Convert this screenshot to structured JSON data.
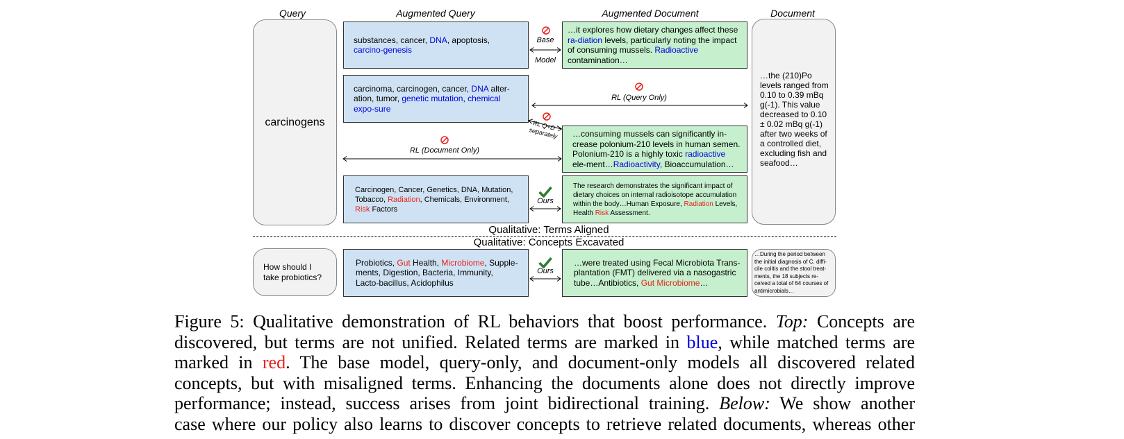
{
  "figure": {
    "headers": {
      "query": "Query",
      "augmented_query": "Augmented Query",
      "augmented_document": "Augmented Document",
      "document": "Document"
    },
    "top": {
      "query": "carcinogens",
      "document": "…the (210)Po levels ranged from 0.10 to 0.39 mBq g(-1). This value decreased to 0.10 ± 0.02 mBq g(-1) after two weeks of a controlled diet, excluding fish and seafood…",
      "row1": {
        "aq": [
          {
            "t": "substances, cancer, ",
            "c": ""
          },
          {
            "t": "DNA",
            "c": "blue"
          },
          {
            "t": ", apoptosis, ",
            "c": ""
          },
          {
            "t": "carcino-genesis",
            "c": "blue"
          }
        ],
        "label_top": "Base",
        "label_bottom": "Model",
        "ad": [
          {
            "t": "…it explores how dietary changes affect these ",
            "c": ""
          },
          {
            "t": "ra-diation",
            "c": "blue"
          },
          {
            "t": " levels, particularly noting the impact of consuming mussels. ",
            "c": ""
          },
          {
            "t": "Radioactive",
            "c": "blue"
          },
          {
            "t": " contamination…",
            "c": ""
          }
        ]
      },
      "row2": {
        "aq": [
          {
            "t": "carcinoma, carcinogen, cancer, ",
            "c": ""
          },
          {
            "t": "DNA",
            "c": "blue"
          },
          {
            "t": " alter-ation, tumor, ",
            "c": ""
          },
          {
            "t": "genetic mutation",
            "c": "blue"
          },
          {
            "t": ", ",
            "c": ""
          },
          {
            "t": "chemical expo-sure",
            "c": "blue"
          }
        ],
        "label": "RL (Query Only)",
        "label_sep_1": "RL Q+D",
        "label_sep_2": "separately"
      },
      "row3": {
        "label": "RL (Document Only)",
        "ad": [
          {
            "t": "…consuming mussels can significantly in-crease polonium-210 levels in human semen. Polonium-210 is a highly toxic ",
            "c": ""
          },
          {
            "t": "radioactive",
            "c": "blue"
          },
          {
            "t": " ele-ment…",
            "c": ""
          },
          {
            "t": "Radioactivity",
            "c": "blue"
          },
          {
            "t": ", Bioaccumulation…",
            "c": ""
          }
        ]
      },
      "row4": {
        "aq": [
          {
            "t": "Carcinogen, Cancer, Genetics, DNA, Mutation, Tobacco, ",
            "c": ""
          },
          {
            "t": "Radiation",
            "c": "red"
          },
          {
            "t": ", Chemicals, Environment, ",
            "c": ""
          },
          {
            "t": "Risk",
            "c": "red"
          },
          {
            "t": " Factors",
            "c": ""
          }
        ],
        "label": "Ours",
        "ad": [
          {
            "t": "The research demonstrates the significant impact of dietary choices on internal radioisotope accumulation within the body…Human Exposure, ",
            "c": ""
          },
          {
            "t": "Radiation",
            "c": "red"
          },
          {
            "t": " Levels, Health ",
            "c": ""
          },
          {
            "t": "Risk",
            "c": "red"
          },
          {
            "t": " Assessment.",
            "c": ""
          }
        ]
      }
    },
    "section_top": "Qualitative: Terms Aligned",
    "section_bottom": "Qualitative: Concepts Excavated",
    "bottom": {
      "query": "How should I take probiotics?",
      "aq": [
        {
          "t": "Probiotics, ",
          "c": ""
        },
        {
          "t": "Gut",
          "c": "red"
        },
        {
          "t": " Health, ",
          "c": ""
        },
        {
          "t": "Microbiome",
          "c": "red"
        },
        {
          "t": ", Supple-ments, Digestion, Bacteria, Immunity, Lacto-bacillus, Acidophilus",
          "c": ""
        }
      ],
      "label": "Ours",
      "ad": [
        {
          "t": "…were treated using Fecal Microbiota Trans-plantation (FMT) delivered via a nasogastric tube…Antibiotics, ",
          "c": ""
        },
        {
          "t": "Gut Microbiome",
          "c": "red"
        },
        {
          "t": "…",
          "c": ""
        }
      ],
      "document": "…During the period between the initial diagnosis of C. diffi-cile colitis and the stool treat-ments, the 18 subjects re-ceived a total of 64 courses of antimicrobials…"
    },
    "icons": {
      "prohibited": "prohibited-icon",
      "check": "check-icon",
      "prohibited_color": "#e8221a",
      "check_color": "#2e7d32"
    }
  },
  "caption": {
    "line1": [
      {
        "t": "Figure 5: Qualitative demonstration of RL behaviors that boost performance. ",
        "s": ""
      },
      {
        "t": "Top:",
        "s": "it"
      },
      {
        "t": " Concepts are",
        "s": ""
      }
    ],
    "line2": [
      {
        "t": "discovered, but terms are not unified. Related terms are marked in ",
        "s": ""
      },
      {
        "t": "blue",
        "s": "blue"
      },
      {
        "t": ", while matched terms are",
        "s": ""
      }
    ],
    "line3": [
      {
        "t": "marked in ",
        "s": ""
      },
      {
        "t": "red",
        "s": "red"
      },
      {
        "t": ".  The base model, query-only, and document-only models all discovered related",
        "s": ""
      }
    ],
    "line4": [
      {
        "t": "concepts, but with misaligned terms.  Enhancing the documents alone does not directly improve",
        "s": ""
      }
    ],
    "line5": [
      {
        "t": "performance; instead, success arises from joint bidirectional training.  ",
        "s": ""
      },
      {
        "t": "Below:",
        "s": "it"
      },
      {
        "t": " We show another",
        "s": ""
      }
    ],
    "line6": [
      {
        "t": "case where our policy also learns to discover concepts to retrieve related documents, whereas other",
        "s": ""
      }
    ]
  }
}
